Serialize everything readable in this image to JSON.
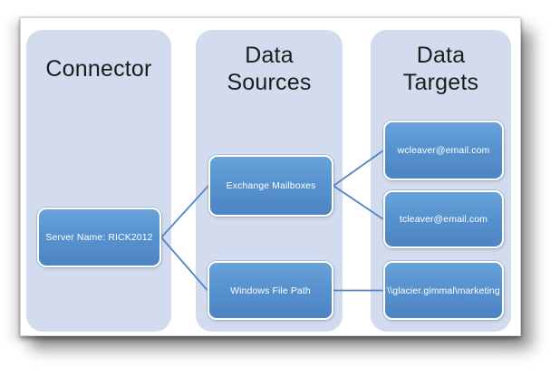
{
  "diagram": {
    "columns": [
      {
        "id": "connector",
        "title": "Connector",
        "nodes": [
          {
            "id": "server",
            "label": "Server Name: RICK2012"
          }
        ]
      },
      {
        "id": "sources",
        "title": "Data Sources",
        "nodes": [
          {
            "id": "exchange",
            "label": "Exchange Mailboxes"
          },
          {
            "id": "filepath",
            "label": "Windows File Path"
          }
        ]
      },
      {
        "id": "targets",
        "title": "Data Targets",
        "nodes": [
          {
            "id": "wcleaver",
            "label": "wcleaver@email.com"
          },
          {
            "id": "tcleaver",
            "label": "tcleaver@email.com"
          },
          {
            "id": "glacier",
            "label": "\\\\glacier.gimmal\\marketing"
          }
        ]
      }
    ],
    "edges": [
      {
        "from": "server",
        "to": "exchange"
      },
      {
        "from": "server",
        "to": "filepath"
      },
      {
        "from": "exchange",
        "to": "wcleaver"
      },
      {
        "from": "exchange",
        "to": "tcleaver"
      },
      {
        "from": "filepath",
        "to": "glacier"
      }
    ],
    "colors": {
      "column_fill": "#d2dcee",
      "node_fill": "#5793cf",
      "node_border": "#ffffff",
      "edge": "#5385c4",
      "header_text": "#1c1c1c",
      "node_text": "#ffffff"
    }
  }
}
